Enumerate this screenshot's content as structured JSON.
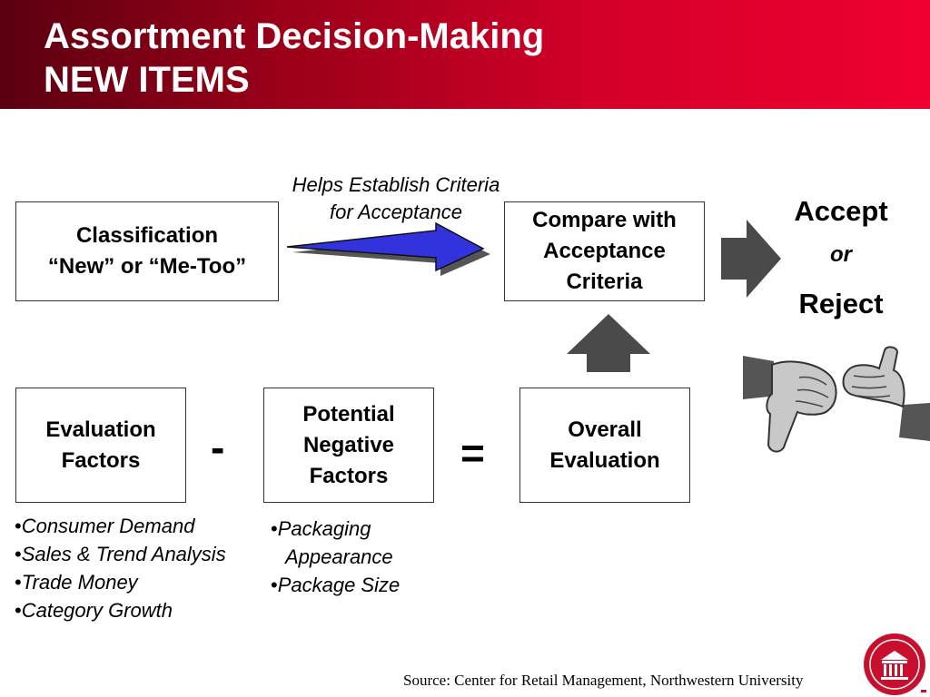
{
  "header": {
    "title_line1": "Assortment Decision-Making",
    "title_line2": "NEW ITEMS",
    "gradient_colors": [
      "#5a0010",
      "#9a0018",
      "#d4002a",
      "#f00030"
    ]
  },
  "classification_box": {
    "line1": "Classification",
    "line2": "“New” or “Me-Too”"
  },
  "callout": {
    "line1": "Helps Establish Criteria",
    "line2": "for Acceptance"
  },
  "compare_box": {
    "line1": "Compare with",
    "line2": "Acceptance",
    "line3": "Criteria"
  },
  "decision": {
    "accept": "Accept",
    "or": "or",
    "reject": "Reject"
  },
  "evaluation_box": {
    "line1": "Evaluation",
    "line2": "Factors"
  },
  "minus_sign": "-",
  "negative_box": {
    "line1": "Potential",
    "line2": "Negative",
    "line3": "Factors"
  },
  "equals_sign": "=",
  "overall_box": {
    "line1": "Overall",
    "line2": "Evaluation"
  },
  "evaluation_factors": [
    "Consumer Demand",
    "Sales & Trend Analysis",
    "Trade Money",
    "Category Growth"
  ],
  "negative_factors": [
    "Packaging",
    "Appearance",
    "Package Size"
  ],
  "bullet_char": "•",
  "source": "Source: Center for Retail Management, Northwestern University",
  "colors": {
    "blue_arrow": "#3333dd",
    "gray_arrow": "#4a4a4a",
    "logo_red": "#c8102e"
  },
  "icons": [
    "blue-right-arrow-icon",
    "gray-right-arrow-icon",
    "gray-up-arrow-icon",
    "thumbs-down-thumbs-up-icon",
    "university-seal-icon"
  ]
}
